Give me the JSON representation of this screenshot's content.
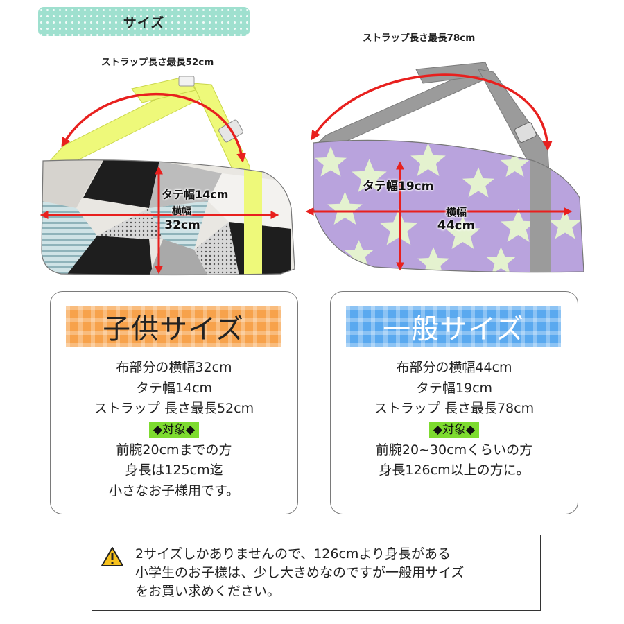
{
  "header": {
    "title": "サイズ"
  },
  "colors": {
    "header_bg": "#9fe0cf",
    "child_banner": "#f7a24b",
    "general_banner": "#5aa9ef",
    "target_badge": "#7ddb2f",
    "measure_red": "#e8201e",
    "child_strap": "#eef97a",
    "general_strap": "#9b9b9b",
    "general_fabric": "#b9a3dd"
  },
  "child_product": {
    "strap_label": "ストラップ長さ最長52cm",
    "height_label": "タテ幅14cm",
    "width_label": "横幅",
    "width_value": "32cm"
  },
  "general_product": {
    "strap_label": "ストラップ長さ最長78cm",
    "height_label": "タテ幅19cm",
    "width_label": "横幅",
    "width_value": "44cm"
  },
  "child_box": {
    "title": "子供サイズ",
    "fabric_width": "布部分の横幅32cm",
    "height": "タテ幅14cm",
    "strap": "ストラップ 長さ最長52cm",
    "target_badge": "◆対象◆",
    "target_line1": "前腕20cmまでの方",
    "target_line2": "身長は125cm迄",
    "target_line3": "小さなお子様用です。"
  },
  "general_box": {
    "title": "一般サイズ",
    "fabric_width": "布部分の横幅44cm",
    "height": "タテ幅19cm",
    "strap": "ストラップ 長さ最長78cm",
    "target_badge": "◆対象◆",
    "target_line1": "前腕20~30cmくらいの方",
    "target_line2": "身長126cm以上の方に。"
  },
  "notice": {
    "icon": "warning-icon",
    "line1": "2サイズしかありませんので、126cmより身長がある",
    "line2": "小学生のお子様は、少し大きめなのですが一般用サイズ",
    "line3": "をお買い求めください。"
  }
}
